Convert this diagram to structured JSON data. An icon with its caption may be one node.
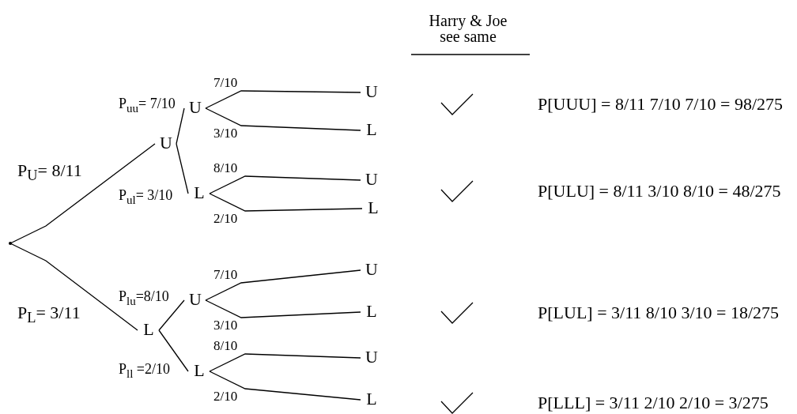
{
  "diagram": {
    "nodes": [
      {
        "text": [],
        "shape": "point"
      },
      {
        "text": [
          "U"
        ]
      },
      {
        "text": [
          "L"
        ]
      },
      {
        "text": [
          "U"
        ]
      },
      {
        "text": [
          "L"
        ]
      },
      {
        "text": [
          "U"
        ]
      },
      {
        "text": [
          "L"
        ]
      },
      {
        "text": [
          "U"
        ]
      },
      {
        "text": [
          "L"
        ]
      },
      {
        "text": [
          "U"
        ]
      },
      {
        "text": [
          "L"
        ]
      },
      {
        "text": [
          "U"
        ]
      },
      {
        "text": [
          "L"
        ]
      },
      {
        "text": [
          "U"
        ]
      },
      {
        "text": [
          "L"
        ]
      }
    ],
    "edges": [
      {
        "from": 0,
        "to": 1,
        "arrow": "none",
        "label": "P$_{U}$= 8/11"
      },
      {
        "from": 0,
        "to": 2,
        "arrow": "none",
        "label": "P$_{L}$= 3/11"
      },
      {
        "from": 1,
        "to": 3,
        "arrow": "none",
        "label": "P$_{uu}$= 7/10"
      },
      {
        "from": 1,
        "to": 4,
        "arrow": "none",
        "label": "P$_{ul}$= 3/10"
      },
      {
        "from": 2,
        "to": 5,
        "arrow": "none",
        "label": "P$_{lu}$=8/10"
      },
      {
        "from": 2,
        "to": 6,
        "arrow": "none",
        "label": "P$_{ll}$ =2/10"
      },
      {
        "from": 3,
        "to": 7,
        "arrow": "none",
        "label": "7/10"
      },
      {
        "from": 3,
        "to": 8,
        "arrow": "none",
        "label": "3/10"
      },
      {
        "from": 4,
        "to": 9,
        "arrow": "none",
        "label": "8/10"
      },
      {
        "from": 4,
        "to": 10,
        "arrow": "none",
        "label": "2/10"
      },
      {
        "from": 5,
        "to": 11,
        "arrow": "none",
        "label": "7/10"
      },
      {
        "from": 5,
        "to": 12,
        "arrow": "none",
        "label": "3/10"
      },
      {
        "from": 6,
        "to": 13,
        "arrow": "none",
        "label": "8/10"
      },
      {
        "from": 6,
        "to": 14,
        "arrow": "none",
        "label": "2/10"
      }
    ],
    "labels": [
      "Harry & Joe see same",
      "P[UUU] = 8/11 7/10 7/10 = 98/275",
      "P[ULU] = 8/11 3/10 8/10 = 48/275",
      "P[LUL] = 3/11 8/10 3/10 = 18/275",
      "P[LLL] = 3/11 2/10 2/10 = 3/275"
    ]
  }
}
